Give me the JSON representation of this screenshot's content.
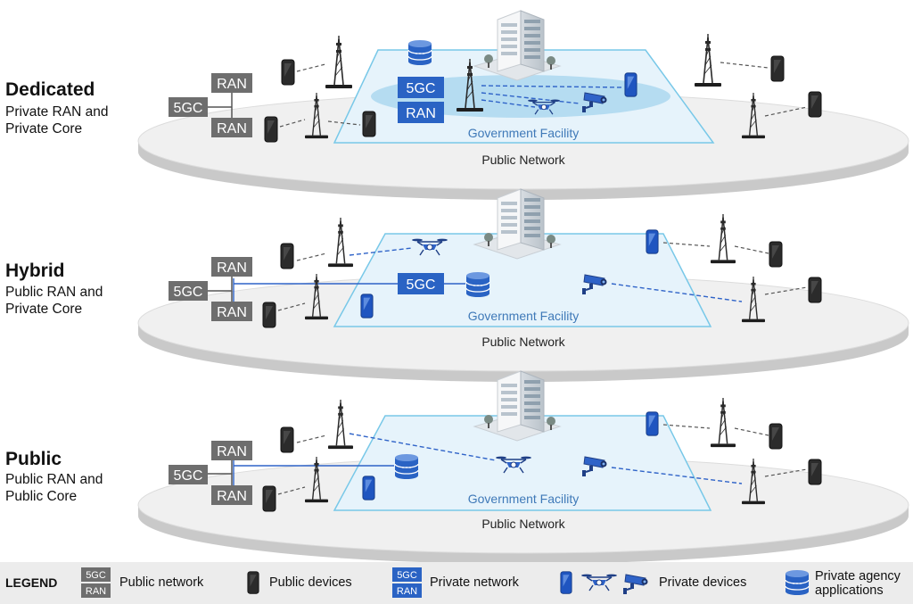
{
  "colors": {
    "public_box": "#6e6e6e",
    "private_box": "#2a63c4",
    "facility_fill": "#e6f3fb",
    "facility_stroke": "#78c8e8",
    "private_zone": "#b5dcf1",
    "disk_fill": "#f0f0f0",
    "device": "#2b2b2b",
    "private_device": "#2f63c8"
  },
  "tiers": [
    {
      "id": "dedicated",
      "title": "Dedicated",
      "subtitle_lines": [
        "Private RAN and",
        "Private Core"
      ],
      "facility_label": "Government Facility",
      "network_label": "Public Network",
      "core_label": "5GC",
      "ran_labels": [
        "RAN",
        "RAN"
      ],
      "private_core": "5GC",
      "private_ran": "RAN"
    },
    {
      "id": "hybrid",
      "title": "Hybrid",
      "subtitle_lines": [
        "Public RAN and",
        "Private Core"
      ],
      "facility_label": "Government Facility",
      "network_label": "Public Network",
      "core_label": "5GC",
      "ran_labels": [
        "RAN",
        "RAN"
      ],
      "private_core": "5GC"
    },
    {
      "id": "public",
      "title": "Public",
      "subtitle_lines": [
        "Public RAN and",
        "Public Core"
      ],
      "facility_label": "Government Facility",
      "network_label": "Public Network",
      "core_label": "5GC",
      "ran_labels": [
        "RAN",
        "RAN"
      ]
    }
  ],
  "legend": {
    "title": "LEGEND",
    "public_network": {
      "label": "Public network",
      "top": "5GC",
      "bottom": "RAN"
    },
    "public_devices": {
      "label": "Public devices"
    },
    "private_network": {
      "label": "Private network",
      "top": "5GC",
      "bottom": "RAN"
    },
    "private_devices": {
      "label": "Private devices"
    },
    "private_apps": {
      "label_lines": [
        "Private agency",
        "applications"
      ]
    }
  }
}
